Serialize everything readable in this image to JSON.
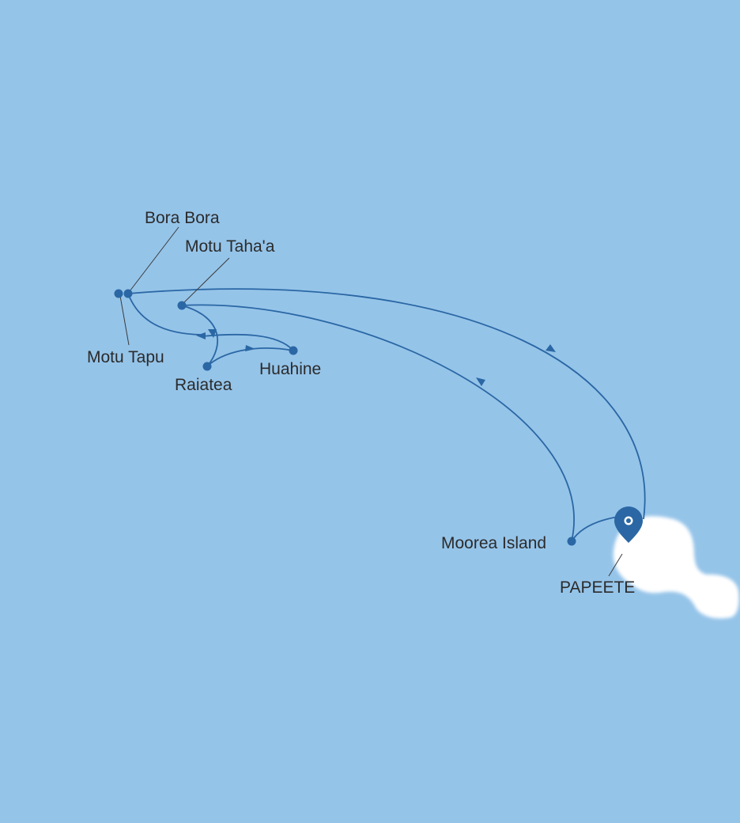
{
  "map": {
    "colors": {
      "water": "#95c4e9",
      "land": "#ffffff",
      "route": "#2a67a4",
      "marker": "#2a67a4",
      "label": "#2b2b2b"
    },
    "ports": [
      {
        "id": "bora-bora",
        "label": "Bora Bora"
      },
      {
        "id": "motu-tahaa",
        "label": "Motu Taha'a"
      },
      {
        "id": "motu-tapu",
        "label": "Motu Tapu"
      },
      {
        "id": "raiatea",
        "label": "Raiatea"
      },
      {
        "id": "huahine",
        "label": "Huahine"
      },
      {
        "id": "moorea",
        "label": "Moorea Island"
      }
    ],
    "start_port": {
      "label": "PAPEETE",
      "icon": "map-pin-icon"
    }
  }
}
